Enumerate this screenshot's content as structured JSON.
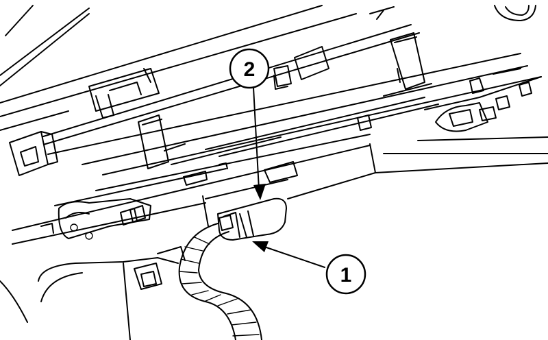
{
  "diagram": {
    "callouts": [
      {
        "id": "callout-1",
        "label": "1"
      },
      {
        "id": "callout-2",
        "label": "2"
      }
    ],
    "colors": {
      "line": "#000000",
      "background": "#ffffff"
    }
  }
}
